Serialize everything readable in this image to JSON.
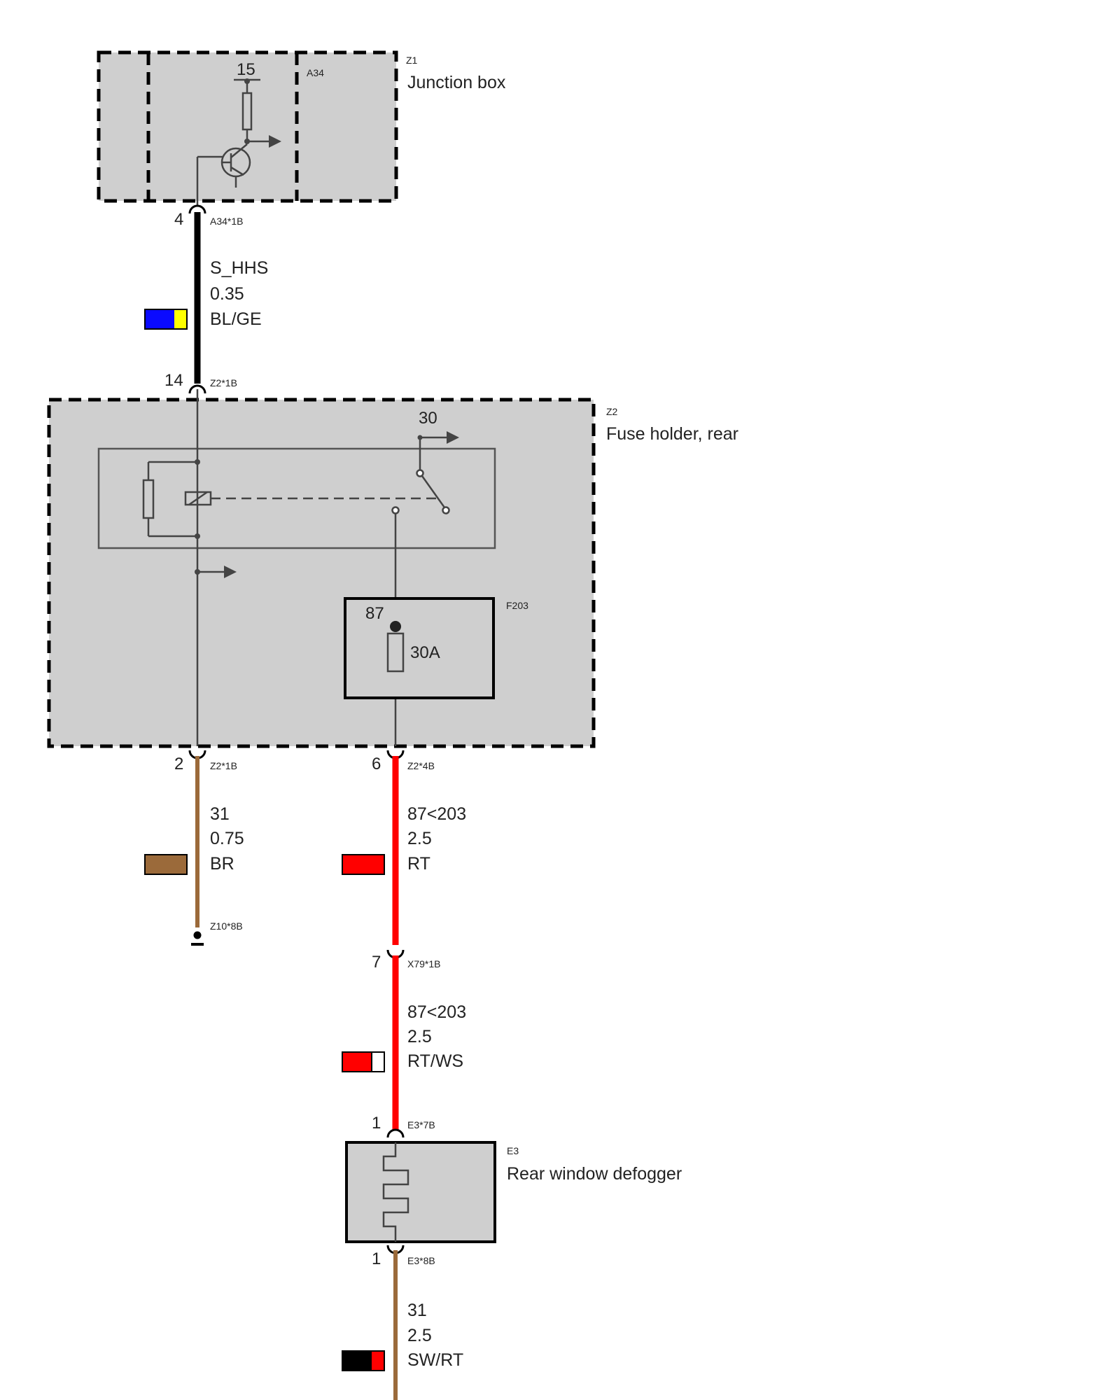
{
  "components": {
    "junction_box": {
      "id": "Z1",
      "name": "Junction box",
      "module": "A34",
      "pin_terminal": "15"
    },
    "fuse_holder": {
      "id": "Z2",
      "name": "Fuse holder, rear",
      "relay_terminal_30": "30",
      "fuse_id": "F203",
      "fuse_terminal": "87",
      "fuse_rating": "30A"
    },
    "defogger": {
      "id": "E3",
      "name": "Rear window defogger"
    }
  },
  "connectors": {
    "a34": {
      "pin": "4",
      "code": "A34*1B"
    },
    "z2_in": {
      "pin": "14",
      "code": "Z2*1B"
    },
    "z2_out_ground": {
      "pin": "2",
      "code": "Z2*1B"
    },
    "z2_out_power": {
      "pin": "6",
      "code": "Z2*4B"
    },
    "ground": {
      "code": "Z10*8B"
    },
    "x79": {
      "pin": "7",
      "code": "X79*1B"
    },
    "e3_in": {
      "pin": "1",
      "code": "E3*7B"
    },
    "e3_out": {
      "pin": "1",
      "code": "E3*8B"
    }
  },
  "wires": {
    "w1": {
      "signal": "S_HHS",
      "gauge": "0.35",
      "color_code": "BL/GE",
      "colors": [
        "#0a0aff",
        "#ffff00"
      ],
      "stroke": "#000000"
    },
    "w2": {
      "signal": "31",
      "gauge": "0.75",
      "color_code": "BR",
      "colors": [
        "#9b6a3a"
      ],
      "stroke": "#9b6a3a"
    },
    "w3": {
      "signal": "87<203",
      "gauge": "2.5",
      "color_code": "RT",
      "colors": [
        "#ff0000"
      ],
      "stroke": "#ff0000"
    },
    "w4": {
      "signal": "87<203",
      "gauge": "2.5",
      "color_code": "RT/WS",
      "colors": [
        "#ff0000",
        "#ffffff"
      ],
      "stroke": "#ff0000"
    },
    "w5": {
      "signal": "31",
      "gauge": "2.5",
      "color_code": "SW/RT",
      "colors": [
        "#000000",
        "#ff0000"
      ],
      "stroke": "#9b6a3a"
    }
  }
}
